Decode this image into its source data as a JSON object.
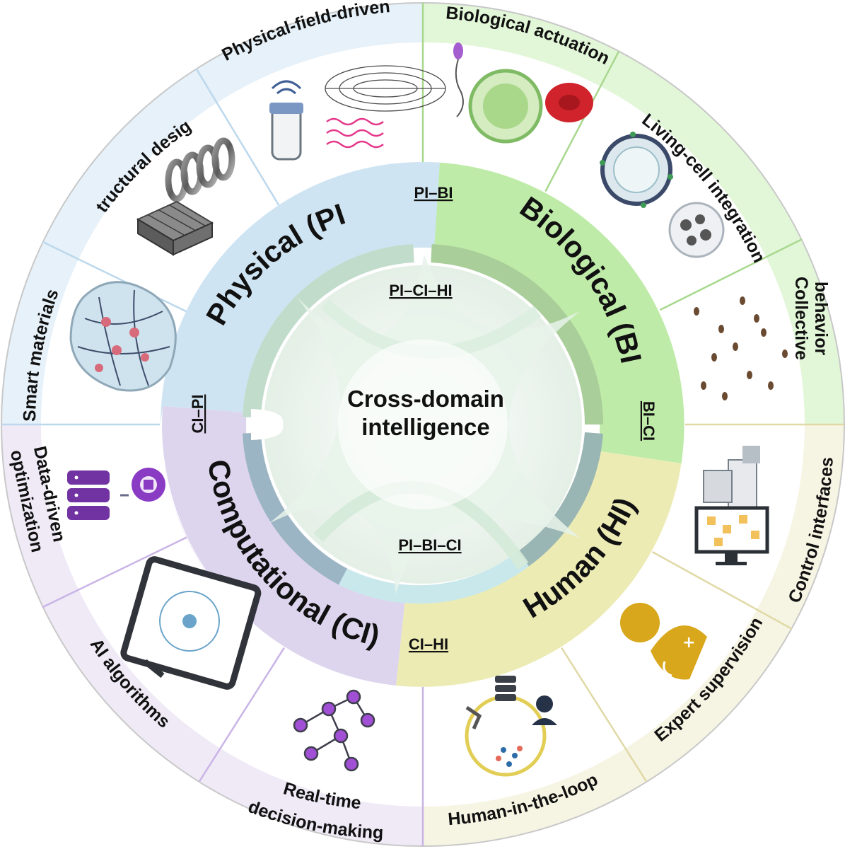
{
  "center": {
    "line1": "Cross-domain",
    "line2": "intelligence"
  },
  "triads": {
    "top": "PI–CI–HI",
    "bottom": "PI–BI–CI"
  },
  "domains": {
    "physical": "Physical (PI)",
    "biological": "Biological (BI)",
    "human": "Human (HI)",
    "computational": "Computational (CI)"
  },
  "links": {
    "pi_bi": "PI–BI",
    "bi_ci": "BI–CI",
    "ci_hi": "CI–HI",
    "ci_pi": "CI–PI"
  },
  "sectors": {
    "smart_materials": "Smart materials",
    "structural_design": "Structural design",
    "physical_field": "Physical-field-driven",
    "bio_actuation": "Biological actuation",
    "living_cell": "Living-cell integration",
    "collective_1": "Collective",
    "collective_2": "behavior",
    "control_interfaces": "Control interfaces",
    "expert_supervision": "Expert supervision",
    "human_loop": "Human-in-the-loop",
    "realtime_1": "Real-time",
    "realtime_2": "decision-making",
    "ai_algorithms": "AI algorithms",
    "datadriven_1": "Data-driven",
    "datadriven_2": "optimization"
  },
  "colors": {
    "physical": "#cfe4f2",
    "biological": "#bfeba9",
    "human": "#ecebb4",
    "computational": "#ddd5ee",
    "outer_physical": "#e6f1f9",
    "outer_biological": "#e2f6d8",
    "outer_human": "#f6f4e2",
    "outer_computational": "#efeaf6"
  }
}
